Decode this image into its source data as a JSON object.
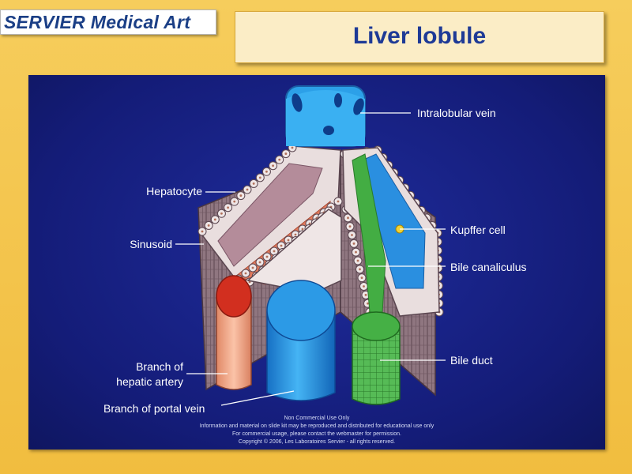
{
  "brand": {
    "name": "SERVIER Medical Art"
  },
  "title": "Liver lobule",
  "labels": {
    "intralobular_vein": "Intralobular vein",
    "hepatocyte": "Hepatocyte",
    "kupffer_cell": "Kupffer cell",
    "sinusoid": "Sinusoid",
    "bile_canaliculus": "Bile canaliculus",
    "bile_duct": "Bile duct",
    "hepatic_artery_line1": "Branch of",
    "hepatic_artery_line2": "hepatic artery",
    "portal_vein": "Branch of portal vein"
  },
  "footer": {
    "line1": "Non Commercial Use Only",
    "line2": "Information and material on slide kit may be reproduced and distributed for educational use only",
    "line3": "For commercial usage, please contact the webmaster for permission.",
    "line4": "Copyright © 2006, Les Laboratoires Servier - all rights reserved."
  },
  "colors": {
    "frame": "#f3c24a",
    "panel": "#16207f",
    "title": "#1e3a96",
    "vein_blue": "#2596e0",
    "artery": "#f2a486",
    "bile_green": "#3aa53a",
    "hepatocyte": "#efe6e6",
    "sinusoid": "#b48c9a"
  }
}
